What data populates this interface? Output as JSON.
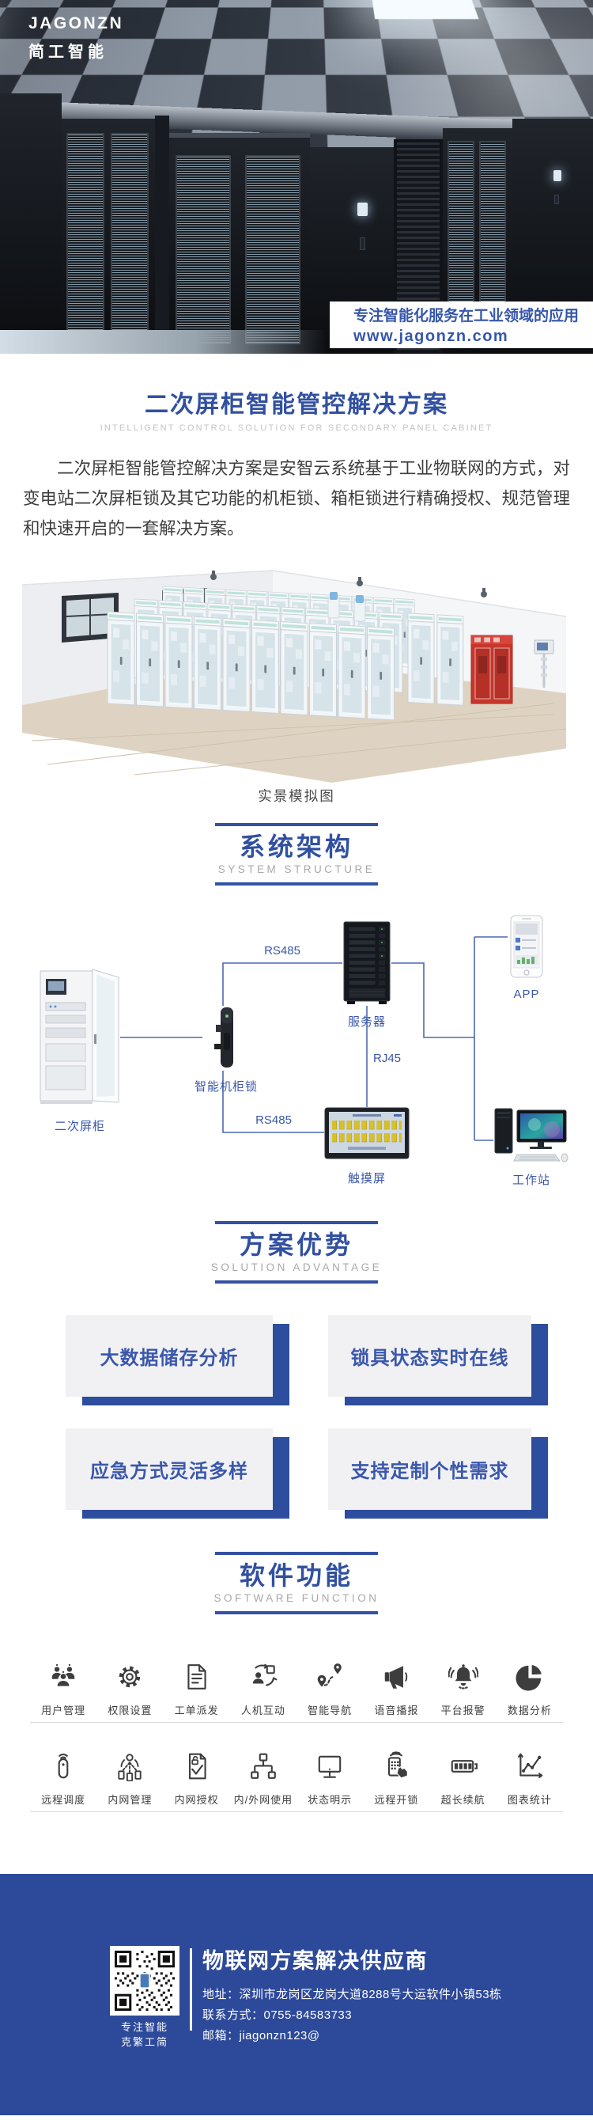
{
  "brand": {
    "logo_en": "JAGONZN",
    "logo_zh": "简工智能",
    "slogan": "专注智能化服务在工业领域的应用",
    "website": "www.jagonzn.com"
  },
  "intro": {
    "title": "二次屏柜智能管控解决方案",
    "subtitle_en": "INTELLIGENT CONTROL SOLUTION FOR SECONDARY PANEL CABINET",
    "paragraph": "二次屏柜智能管控解决方案是安智云系统基于工业物联网的方式，对变电站二次屏柜锁及其它功能的机柜锁、箱柜锁进行精确授权、规范管理和快速开启的一套解决方案。"
  },
  "simulation": {
    "caption": "实景模拟图"
  },
  "sections": {
    "architecture": {
      "title": "系统架构",
      "subtitle": "SYSTEM STRUCTURE"
    },
    "advantage": {
      "title": "方案优势",
      "subtitle": "SOLUTION ADVANTAGE"
    },
    "software": {
      "title": "软件功能",
      "subtitle": "SOFTWARE FUNCTION"
    }
  },
  "diagram": {
    "nodes": {
      "cabinet": "二次屏柜",
      "lock": "智能机柜锁",
      "server": "服务器",
      "touchscreen": "触摸屏",
      "app": "APP",
      "workstation": "工作站"
    },
    "links": {
      "lock_server": "RS485",
      "server_touchscreen": "RJ45",
      "lock_touchscreen": "RS485"
    }
  },
  "advantages": [
    "大数据储存分析",
    "锁具状态实时在线",
    "应急方式灵活多样",
    "支持定制个性需求"
  ],
  "software": {
    "rows": [
      [
        {
          "label": "用户管理",
          "icon": "users-icon"
        },
        {
          "label": "权限设置",
          "icon": "gear-icon"
        },
        {
          "label": "工单派发",
          "icon": "work-order-icon"
        },
        {
          "label": "人机互动",
          "icon": "human-machine-icon"
        },
        {
          "label": "智能导航",
          "icon": "navigation-icon"
        },
        {
          "label": "语音播报",
          "icon": "megaphone-icon"
        },
        {
          "label": "平台报警",
          "icon": "alarm-bell-icon"
        },
        {
          "label": "数据分析",
          "icon": "pie-chart-icon"
        }
      ],
      [
        {
          "label": "远程调度",
          "icon": "remote-control-icon"
        },
        {
          "label": "内网管理",
          "icon": "intranet-management-icon"
        },
        {
          "label": "内网授权",
          "icon": "intranet-license-icon"
        },
        {
          "label": "内/外网使用",
          "icon": "network-topology-icon"
        },
        {
          "label": "状态明示",
          "icon": "monitor-icon"
        },
        {
          "label": "远程开锁",
          "icon": "remote-unlock-icon"
        },
        {
          "label": "超长续航",
          "icon": "battery-icon"
        },
        {
          "label": "图表统计",
          "icon": "chart-statistics-icon"
        }
      ]
    ]
  },
  "footer": {
    "qr_caption_line1": "专注智能",
    "qr_caption_line2": "克繁工简",
    "title": "物联网方案解决供应商",
    "address": "地址：深圳市龙岗区龙岗大道8288号大运软件小镇53栋",
    "phone": "联系方式：0755-84583733",
    "email": "邮箱：jiagonzn123@"
  },
  "colors": {
    "accent": "#3352a2",
    "footer_bg": "#2d499a",
    "shadow_blue": "#2d4d9f",
    "diagram_line": "#4c69b6",
    "icon_gray": "#3d3d3d"
  }
}
